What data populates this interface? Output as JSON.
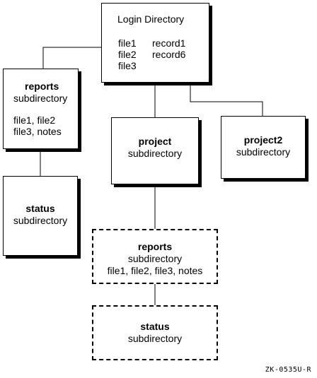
{
  "login": {
    "title": "Login Directory",
    "files_left": [
      "file1",
      "file2",
      "file3"
    ],
    "files_right": [
      "record1",
      "record6"
    ]
  },
  "reports": {
    "name": "reports",
    "type": "subdirectory",
    "files": [
      "file1, file2",
      "file3, notes"
    ]
  },
  "status": {
    "name": "status",
    "type": "subdirectory"
  },
  "project": {
    "name": "project",
    "type": "subdirectory"
  },
  "project2": {
    "name": "project2",
    "type": "subdirectory"
  },
  "reports_copy": {
    "name": "reports",
    "type": "subdirectory",
    "files": "file1, file2, file3, notes"
  },
  "status_copy": {
    "name": "status",
    "type": "subdirectory"
  },
  "figure_id": "ZK-0535U-R",
  "colors": {
    "line": "#000000",
    "background": "#ffffff"
  }
}
